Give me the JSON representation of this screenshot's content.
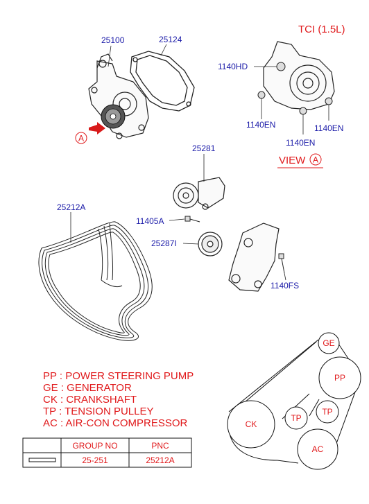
{
  "model_label": "TCI (1.5L)",
  "part_labels": {
    "p25100": "25100",
    "p25124": "25124",
    "p1140hd": "1140HD",
    "p1140en_left": "1140EN",
    "p1140en_mid": "1140EN",
    "p1140en_right": "1140EN",
    "p25281": "25281",
    "p25212a": "25212A",
    "p11405a": "11405A",
    "p25287i": "25287I",
    "p1140fs": "1140FS"
  },
  "view_ref": {
    "text": "VIEW",
    "marker": "A"
  },
  "arrow_marker": "A",
  "legend": [
    "PP : POWER STEERING PUMP",
    "GE : GENERATOR",
    "CK : CRANKSHAFT",
    "TP : TENSION PULLEY",
    "AC : AIR-CON COMPRESSOR"
  ],
  "pulleys": {
    "ge": "GE",
    "pp": "PP",
    "ck": "CK",
    "tp_left": "TP",
    "tp_right": "TP",
    "ac": "AC"
  },
  "table": {
    "headers": [
      "",
      "GROUP NO",
      "PNC"
    ],
    "row": {
      "group_no": "25-251",
      "pnc": "25212A"
    }
  }
}
